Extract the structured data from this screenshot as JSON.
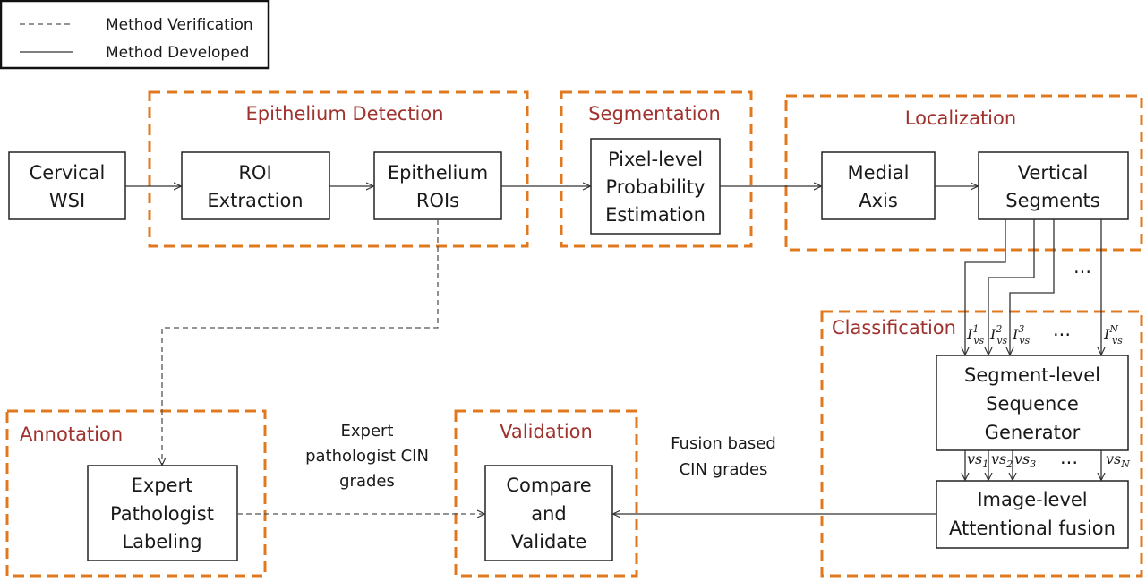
{
  "legend": {
    "verification": "Method Verification",
    "developed": "Method Developed"
  },
  "groups": {
    "epithelium_detection": "Epithelium Detection",
    "segmentation": "Segmentation",
    "localization": "Localization",
    "classification": "Classification",
    "annotation": "Annotation",
    "validation": "Validation"
  },
  "nodes": {
    "cervical_wsi": [
      "Cervical",
      "WSI"
    ],
    "roi_extraction": [
      "ROI",
      "Extraction"
    ],
    "epithelium_rois": [
      "Epithelium",
      "ROIs"
    ],
    "pixel_level": [
      "Pixel-level",
      "Probability",
      "Estimation"
    ],
    "medial_axis": [
      "Medial",
      "Axis"
    ],
    "vertical_segments": [
      "Vertical",
      "Segments"
    ],
    "sequence_generator": [
      "Segment-level",
      "Sequence",
      "Generator"
    ],
    "attentional_fusion": [
      "Image-level",
      "Attentional fusion"
    ],
    "expert_labeling": [
      "Expert",
      "Pathologist",
      "Labeling"
    ],
    "compare_validate": [
      "Compare",
      "and",
      "Validate"
    ]
  },
  "labels": {
    "expert_grades": [
      "Expert",
      "pathologist CIN",
      "grades"
    ],
    "fusion_grades": [
      "Fusion based",
      "CIN grades"
    ],
    "ellipsis": "..."
  },
  "segment_inputs": [
    {
      "base": "I",
      "sup": "1",
      "sub": "vs"
    },
    {
      "base": "I",
      "sup": "2",
      "sub": "vs"
    },
    {
      "base": "I",
      "sup": "3",
      "sub": "vs"
    },
    {
      "base": "I",
      "sup": "N",
      "sub": "vs"
    }
  ],
  "segment_outputs": [
    {
      "base": "vs",
      "sub": "1"
    },
    {
      "base": "vs",
      "sub": "2"
    },
    {
      "base": "vs",
      "sub": "3"
    },
    {
      "base": "vs",
      "sub": "N"
    }
  ]
}
